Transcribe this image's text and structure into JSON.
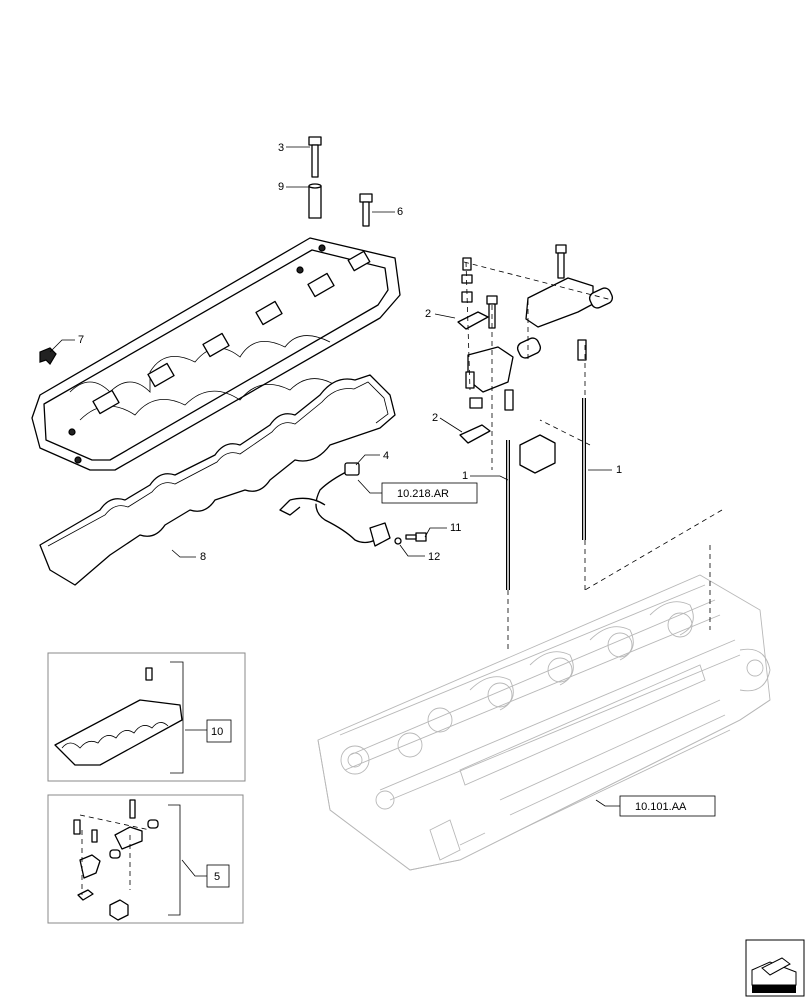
{
  "callouts": [
    {
      "id": "c1a",
      "text": "1"
    },
    {
      "id": "c1b",
      "text": "1"
    },
    {
      "id": "c2a",
      "text": "2"
    },
    {
      "id": "c2b",
      "text": "2"
    },
    {
      "id": "c3",
      "text": "3"
    },
    {
      "id": "c4",
      "text": "4"
    },
    {
      "id": "c5",
      "text": "5"
    },
    {
      "id": "c6",
      "text": "6"
    },
    {
      "id": "c7",
      "text": "7"
    },
    {
      "id": "c8",
      "text": "8"
    },
    {
      "id": "c9",
      "text": "9"
    },
    {
      "id": "c10",
      "text": "10"
    },
    {
      "id": "c11",
      "text": "11"
    },
    {
      "id": "c12",
      "text": "12"
    }
  ],
  "references": {
    "ref_a": "10.218.AR",
    "ref_b": "10.101.AA"
  },
  "icons": {
    "nav": "next-page-arrow-icon"
  }
}
